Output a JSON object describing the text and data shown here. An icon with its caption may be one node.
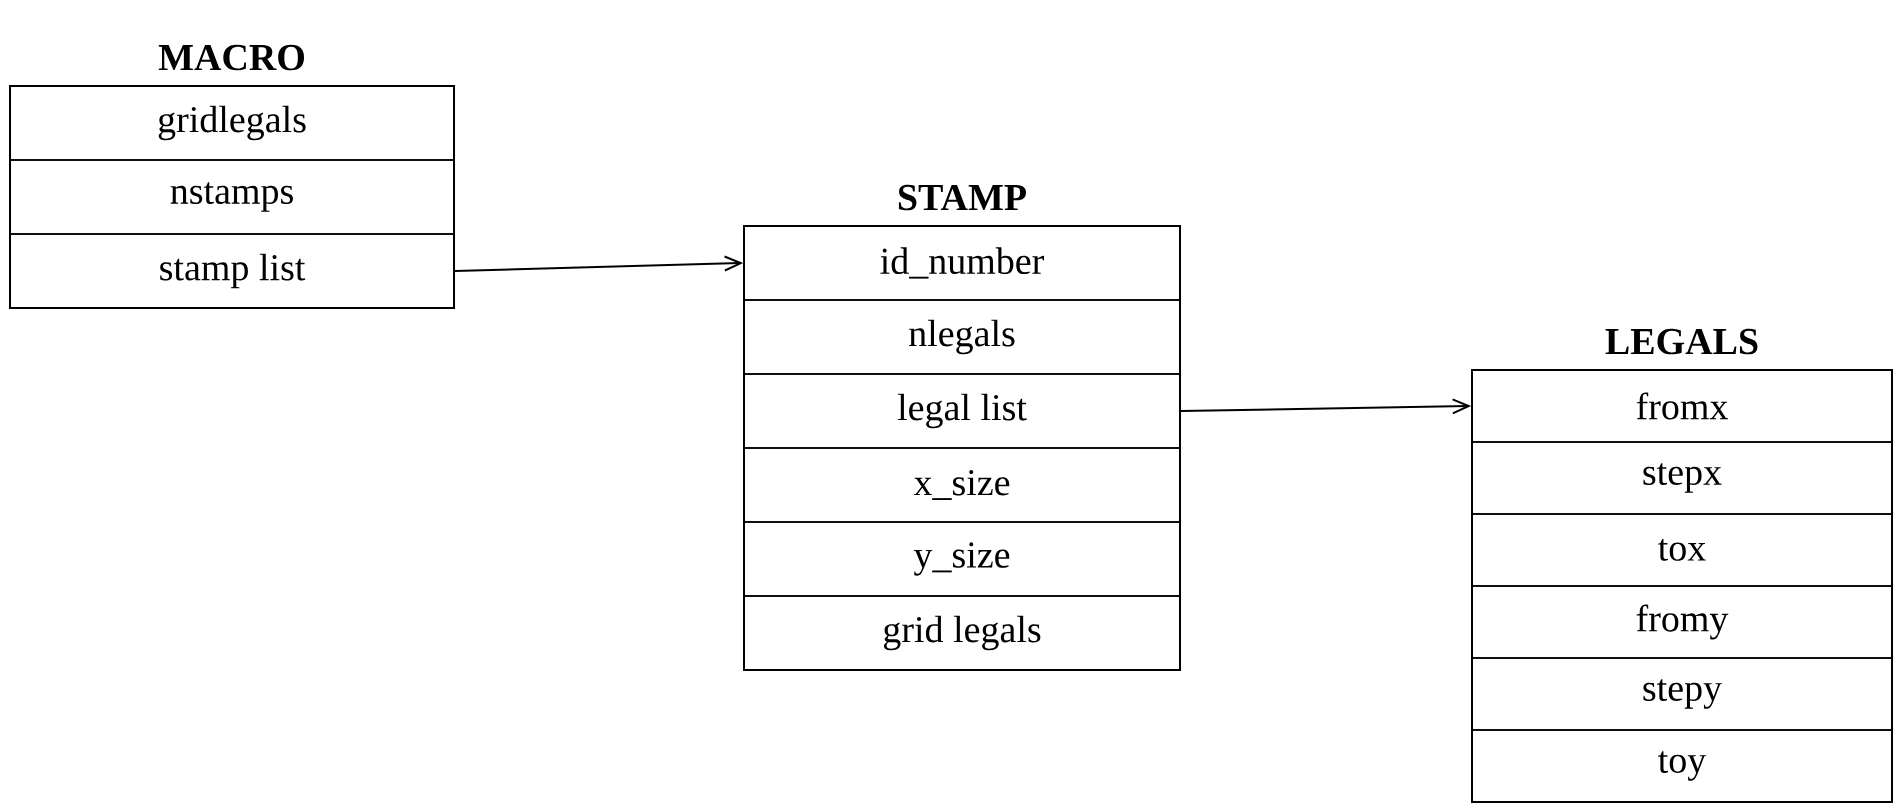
{
  "diagram": {
    "nodes": [
      {
        "text": [
          "MACRO"
        ]
      },
      {
        "text": [
          "gridlegals"
        ],
        "in": 0
      },
      {
        "text": [
          "nstamps"
        ],
        "in": 0
      },
      {
        "text": [
          "stamp list"
        ],
        "in": 0
      },
      {
        "text": [
          "STAMP"
        ]
      },
      {
        "text": [
          "id_number"
        ],
        "in": 4
      },
      {
        "text": [
          "nlegals"
        ],
        "in": 4
      },
      {
        "text": [
          "legal list"
        ],
        "in": 4
      },
      {
        "text": [
          "x_size"
        ],
        "in": 4
      },
      {
        "text": [
          "y_size"
        ],
        "in": 4
      },
      {
        "text": [
          "grid legals"
        ],
        "in": 4
      },
      {
        "text": [
          "LEGALS"
        ]
      },
      {
        "text": [
          "fromx"
        ],
        "in": 11
      },
      {
        "text": [
          "stepx"
        ],
        "in": 11
      },
      {
        "text": [
          "tox"
        ],
        "in": 11
      },
      {
        "text": [
          "fromy"
        ],
        "in": 11
      },
      {
        "text": [
          "stepy"
        ],
        "in": 11
      },
      {
        "text": [
          "toy"
        ],
        "in": 11
      }
    ],
    "edges": [
      {
        "from": 3,
        "to": 5,
        "arrow": "to"
      },
      {
        "from": 7,
        "to": 12,
        "arrow": "to"
      }
    ]
  }
}
